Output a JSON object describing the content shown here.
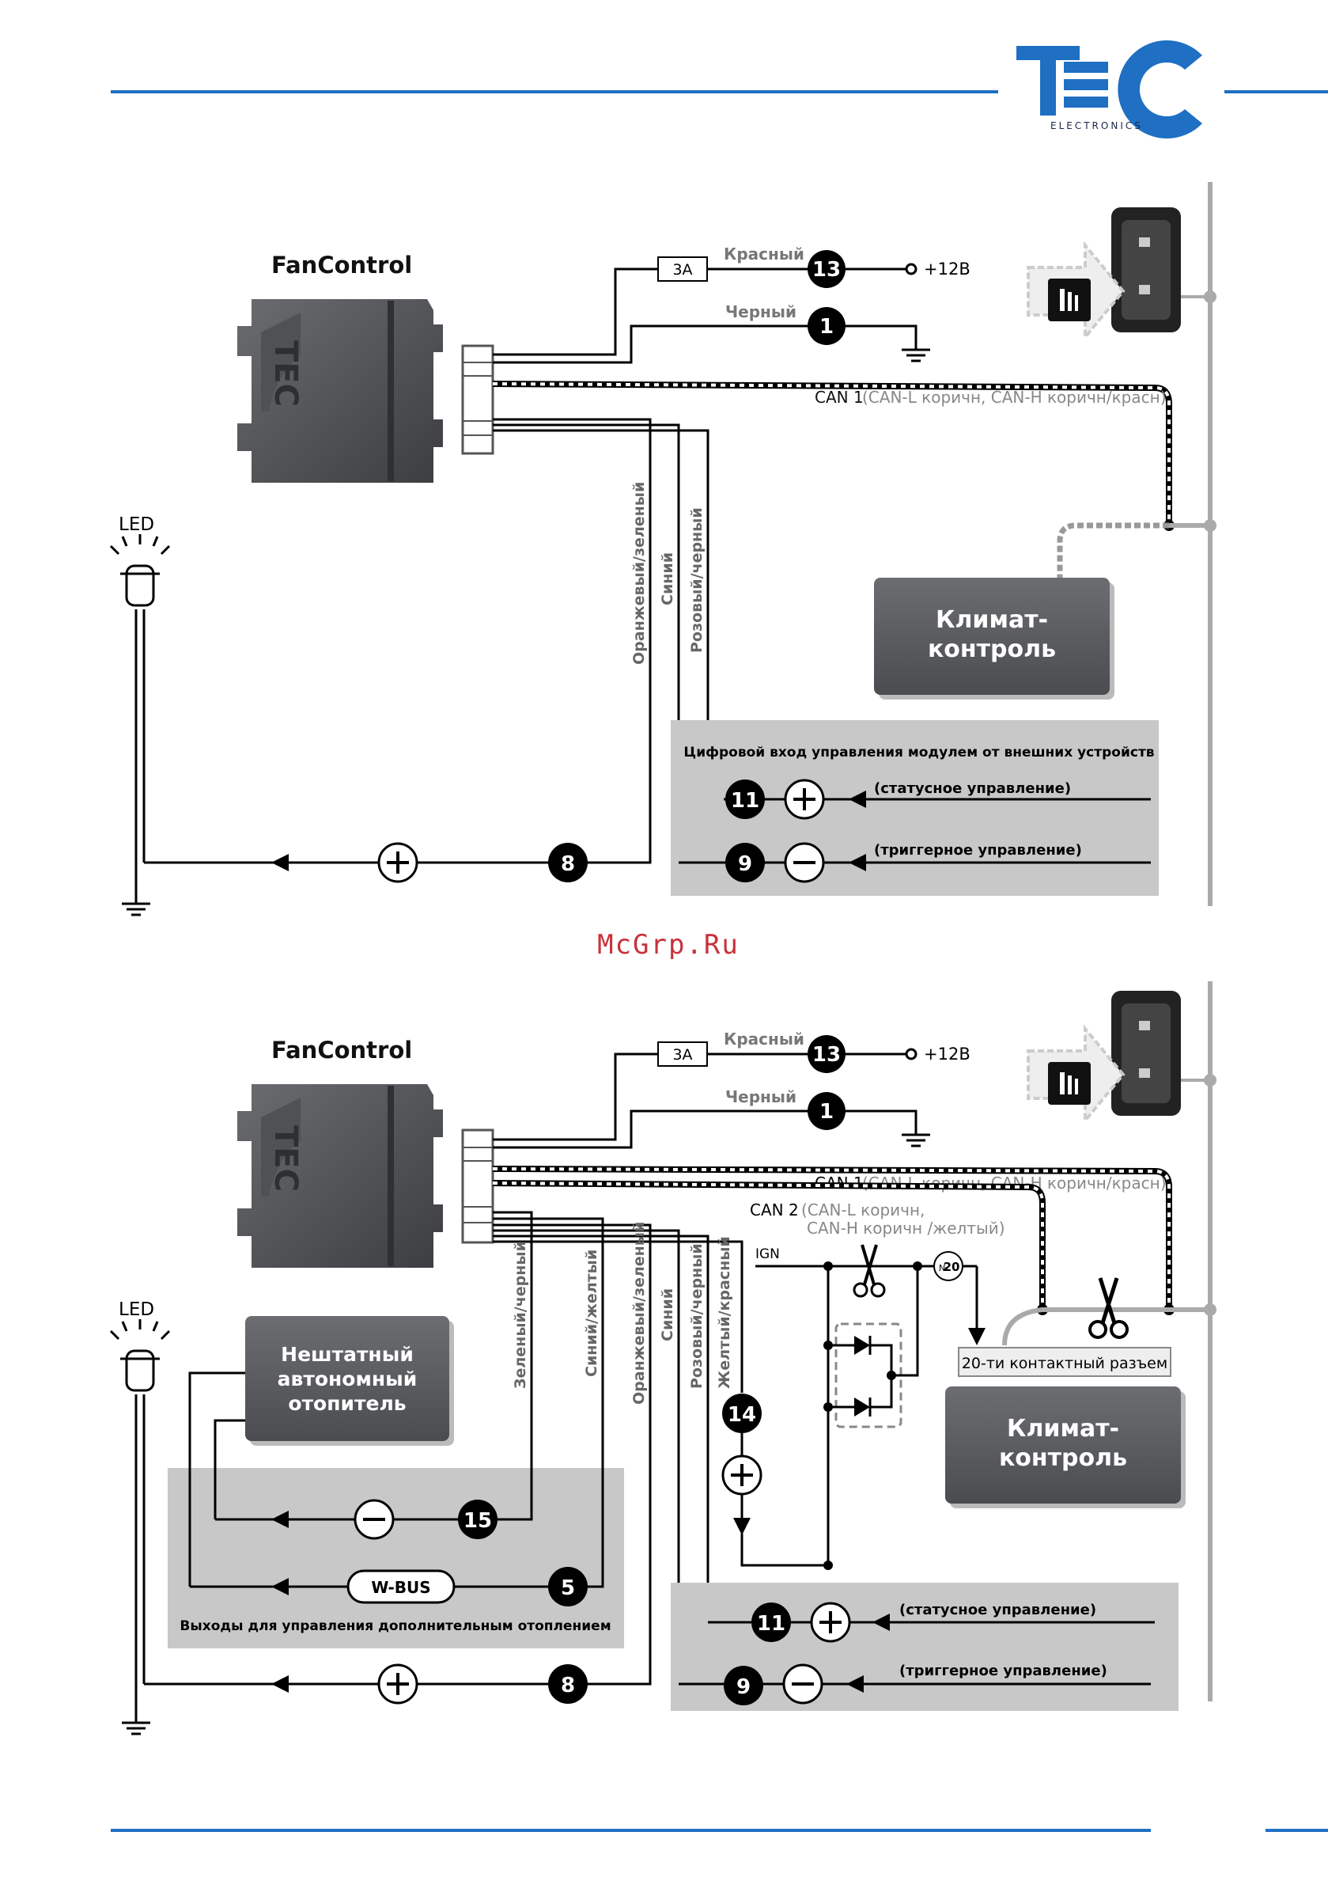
{
  "header": {
    "logo_text": "TEC",
    "logo_sub": "ELECTRONICS",
    "brand_color": "#1f6fc3"
  },
  "watermark": "McGrp.Ru",
  "colors": {
    "panel_gray": "#c8c8c8",
    "box_dark": "#5a5c60",
    "wire": "#000000"
  },
  "diagram1": {
    "module_title": "FanControl",
    "fuse": "3A",
    "wire_red": "Красный",
    "wire_black": "Черный",
    "pin13": "13",
    "pin1": "1",
    "plus12": "+12В",
    "can1_main": "CAN 1",
    "can1_detail": "(CAN-L коричн, CAN-H коричн/красн)",
    "wire_orange_green": "Оранжевый/зеленый",
    "wire_blue": "Синий",
    "wire_pink_black": "Розовый/черный",
    "led": "LED",
    "climate_line1": "Климат-",
    "climate_line2": "контроль",
    "panel_title": "Цифровой вход управления модулем от внешних устройств",
    "pin11": "11",
    "pin9": "9",
    "pin8": "8",
    "status_ctrl": "(статусное управление)",
    "trigger_ctrl": "(триггерное управление)"
  },
  "diagram2": {
    "module_title": "FanControl",
    "fuse": "3A",
    "wire_red": "Красный",
    "wire_black": "Черный",
    "pin13": "13",
    "pin1": "1",
    "plus12": "+12В",
    "can1_main": "CAN 1",
    "can1_detail": "(CAN-L коричн, CAN-H коричн/красн)",
    "can2_main": "CAN 2",
    "can2_detail1": "(CAN-L коричн,",
    "can2_detail2": "CAN-H коричн /желтый)",
    "ign": "IGN",
    "fuse20": "20",
    "fuse20_prefix": "№",
    "connector20": "20-ти контактный разъем",
    "climate_line1": "Климат-",
    "climate_line2": "контроль",
    "heater_line1": "Нештатный",
    "heater_line2": "автономный",
    "heater_line3": "отопитель",
    "wire_green_black": "Зеленый/черный",
    "wire_blue_yellow": "Синий/желтый",
    "wire_orange_green": "Оранжевый/зеленый",
    "wire_blue": "Синий",
    "wire_pink_black": "Розовый/черный",
    "wire_yellow_red": "Желтый/красный",
    "led": "LED",
    "pin14": "14",
    "pin15": "15",
    "pin5": "5",
    "pin8": "8",
    "pin11": "11",
    "pin9": "9",
    "wbus": "W-BUS",
    "outputs_title": "Выходы для управления дополнительным отоплением",
    "status_ctrl": "(статусное управление)",
    "trigger_ctrl": "(триггерное управление)"
  }
}
